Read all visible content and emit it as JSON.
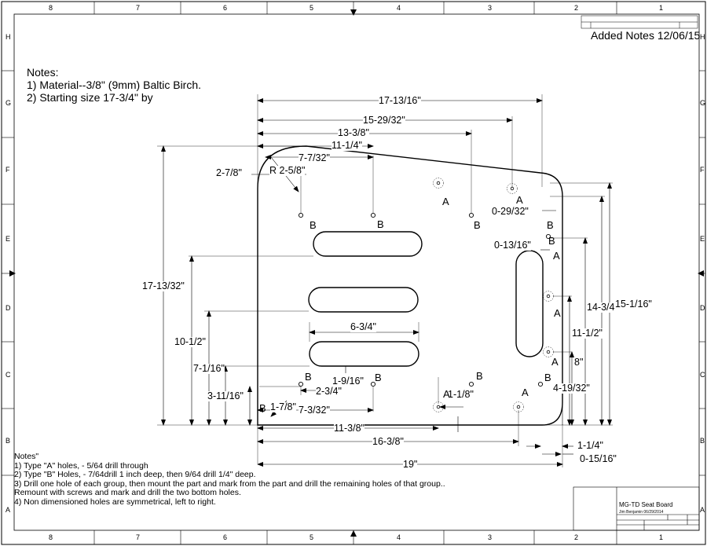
{
  "revision_note": "Added Notes 12/06/15",
  "top_notes": {
    "heading": "Notes:",
    "lines": [
      "1) Material--3/8\" (9mm) Baltic Birch.",
      "2) Starting size 17-3/4\" by"
    ]
  },
  "bottom_notes": {
    "heading": "Notes\"",
    "lines": [
      "1) Type \"A\" holes, - 5/64 drill through",
      "2) Type \"B\" Holes, - 7/64drill 1 inch deep, then 9/64 drill 1/4\" deep.",
      "3) Drill one hole of each group, then mount the part and mark from the part and drill the remaining holes of  that group..",
      "Remount with screws and mark and drill the two bottom holes.",
      "4) Non dimensioned holes are symmetrical, left to right."
    ]
  },
  "title_block": {
    "title": "MG-TD Seat Board",
    "author": "Jim Benjamin 06/29/2014"
  },
  "border": {
    "top_columns": [
      "8",
      "7",
      "6",
      "5",
      "4",
      "3",
      "2",
      "1"
    ],
    "bottom_columns": [
      "8",
      "7",
      "6",
      "5",
      "4",
      "3",
      "2",
      "1"
    ],
    "left_rows": [
      "H",
      "G",
      "F",
      "E",
      "D",
      "C",
      "B",
      "A"
    ],
    "right_rows": [
      "H",
      "G",
      "F",
      "E",
      "D",
      "C",
      "B",
      "A"
    ]
  },
  "dimensions": {
    "d17_13_16": "17-13/16\"",
    "d15_29_32": "15-29/32\"",
    "d13_3_8": "13-3/8\"",
    "d11_1_4": "11-1/4\"",
    "d7_7_32": "7-7/32\"",
    "d2_7_8": "2-7/8\"",
    "r2_5_8": "R 2-5/8\"",
    "d17_13_32": "17-13/32\"",
    "d10_1_2": "10-1/2\"",
    "d7_1_16": "7-1/16\"",
    "d3_11_16": "3-11/16\"",
    "d6_3_4": "6-3/4\"",
    "d1_9_16": "1-9/16\"",
    "d2_3_4": "2-3/4\"",
    "d1_7_8": "1-7/8\"",
    "d7_3_32": "7-3/32\"",
    "d1_1_8": "1-1/8\"",
    "d11_3_8": "11-3/8\"",
    "d16_3_8": "16-3/8\"",
    "d19": "19\"",
    "d0_29_32": "0-29/32\"",
    "d0_13_16": "0-13/16\"",
    "d14_3_4": "14-3/4\"",
    "d15_1_16": "15-1/16\"",
    "d11_1_2": "11-1/2\"",
    "d8": "8\"",
    "d4_19_32": "4-19/32\"",
    "d1_1_4": "1-1/4\"",
    "d0_15_16": "0-15/16\""
  },
  "hole_labels": {
    "a": "A",
    "b": "B"
  }
}
